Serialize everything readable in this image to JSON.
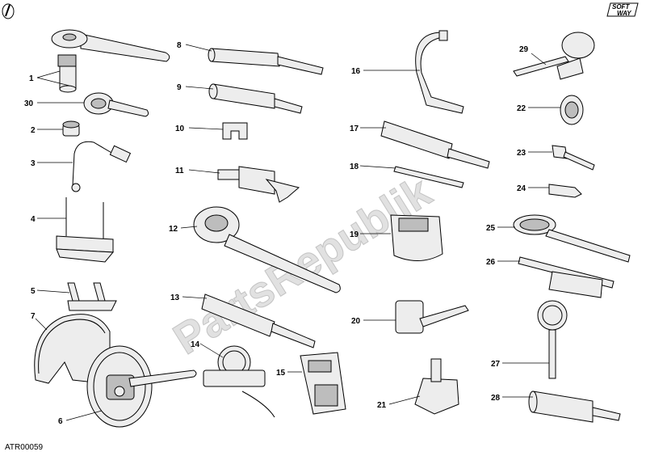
{
  "diagram": {
    "code": "ATR00059",
    "watermark": "PartsRepublik",
    "logo_top": "SOFT",
    "logo_bottom": "WAY",
    "callouts": [
      "1",
      "2",
      "3",
      "4",
      "5",
      "6",
      "7",
      "8",
      "9",
      "10",
      "11",
      "12",
      "13",
      "14",
      "15",
      "16",
      "17",
      "18",
      "19",
      "20",
      "21",
      "22",
      "23",
      "24",
      "25",
      "26",
      "27",
      "28",
      "29",
      "30"
    ]
  }
}
